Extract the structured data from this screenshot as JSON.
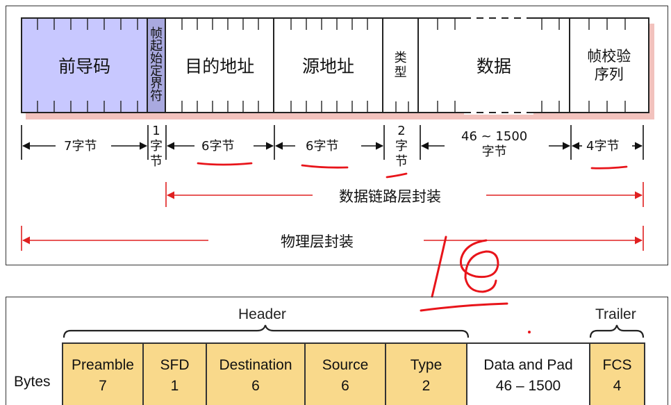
{
  "top": {
    "fields": [
      {
        "label": "前导码"
      },
      {
        "label": "帧\n起\n始\n定\n界\n符"
      },
      {
        "label": "目的地址"
      },
      {
        "label": "源地址"
      },
      {
        "label": "类\n型"
      },
      {
        "label": "数据"
      },
      {
        "label": "帧校验\n序列"
      }
    ],
    "sizes": [
      "7字节",
      "1\n字\n节",
      "6字节",
      "6字节",
      "2\n字\n节",
      "46 ~ 1500\n字节",
      "4字节"
    ],
    "data_link_label": "数据链路层封装",
    "physical_label": "物理层封装"
  },
  "handwriting": "18",
  "bottom": {
    "header_label": "Header",
    "trailer_label": "Trailer",
    "bytes_label": "Bytes",
    "fields": [
      {
        "name": "Preamble",
        "size": "7"
      },
      {
        "name": "SFD",
        "size": "1"
      },
      {
        "name": "Destination",
        "size": "6"
      },
      {
        "name": "Source",
        "size": "6"
      },
      {
        "name": "Type",
        "size": "2"
      },
      {
        "name": "Data and Pad",
        "size": "46 – 1500"
      },
      {
        "name": "FCS",
        "size": "4"
      }
    ]
  },
  "colors": {
    "preamble": "#c8c8ff",
    "sfd": "#a9a9df",
    "shadow": "#f2c2bd",
    "red_arrow": "#e02020",
    "field_gold": "#f9d98b"
  }
}
